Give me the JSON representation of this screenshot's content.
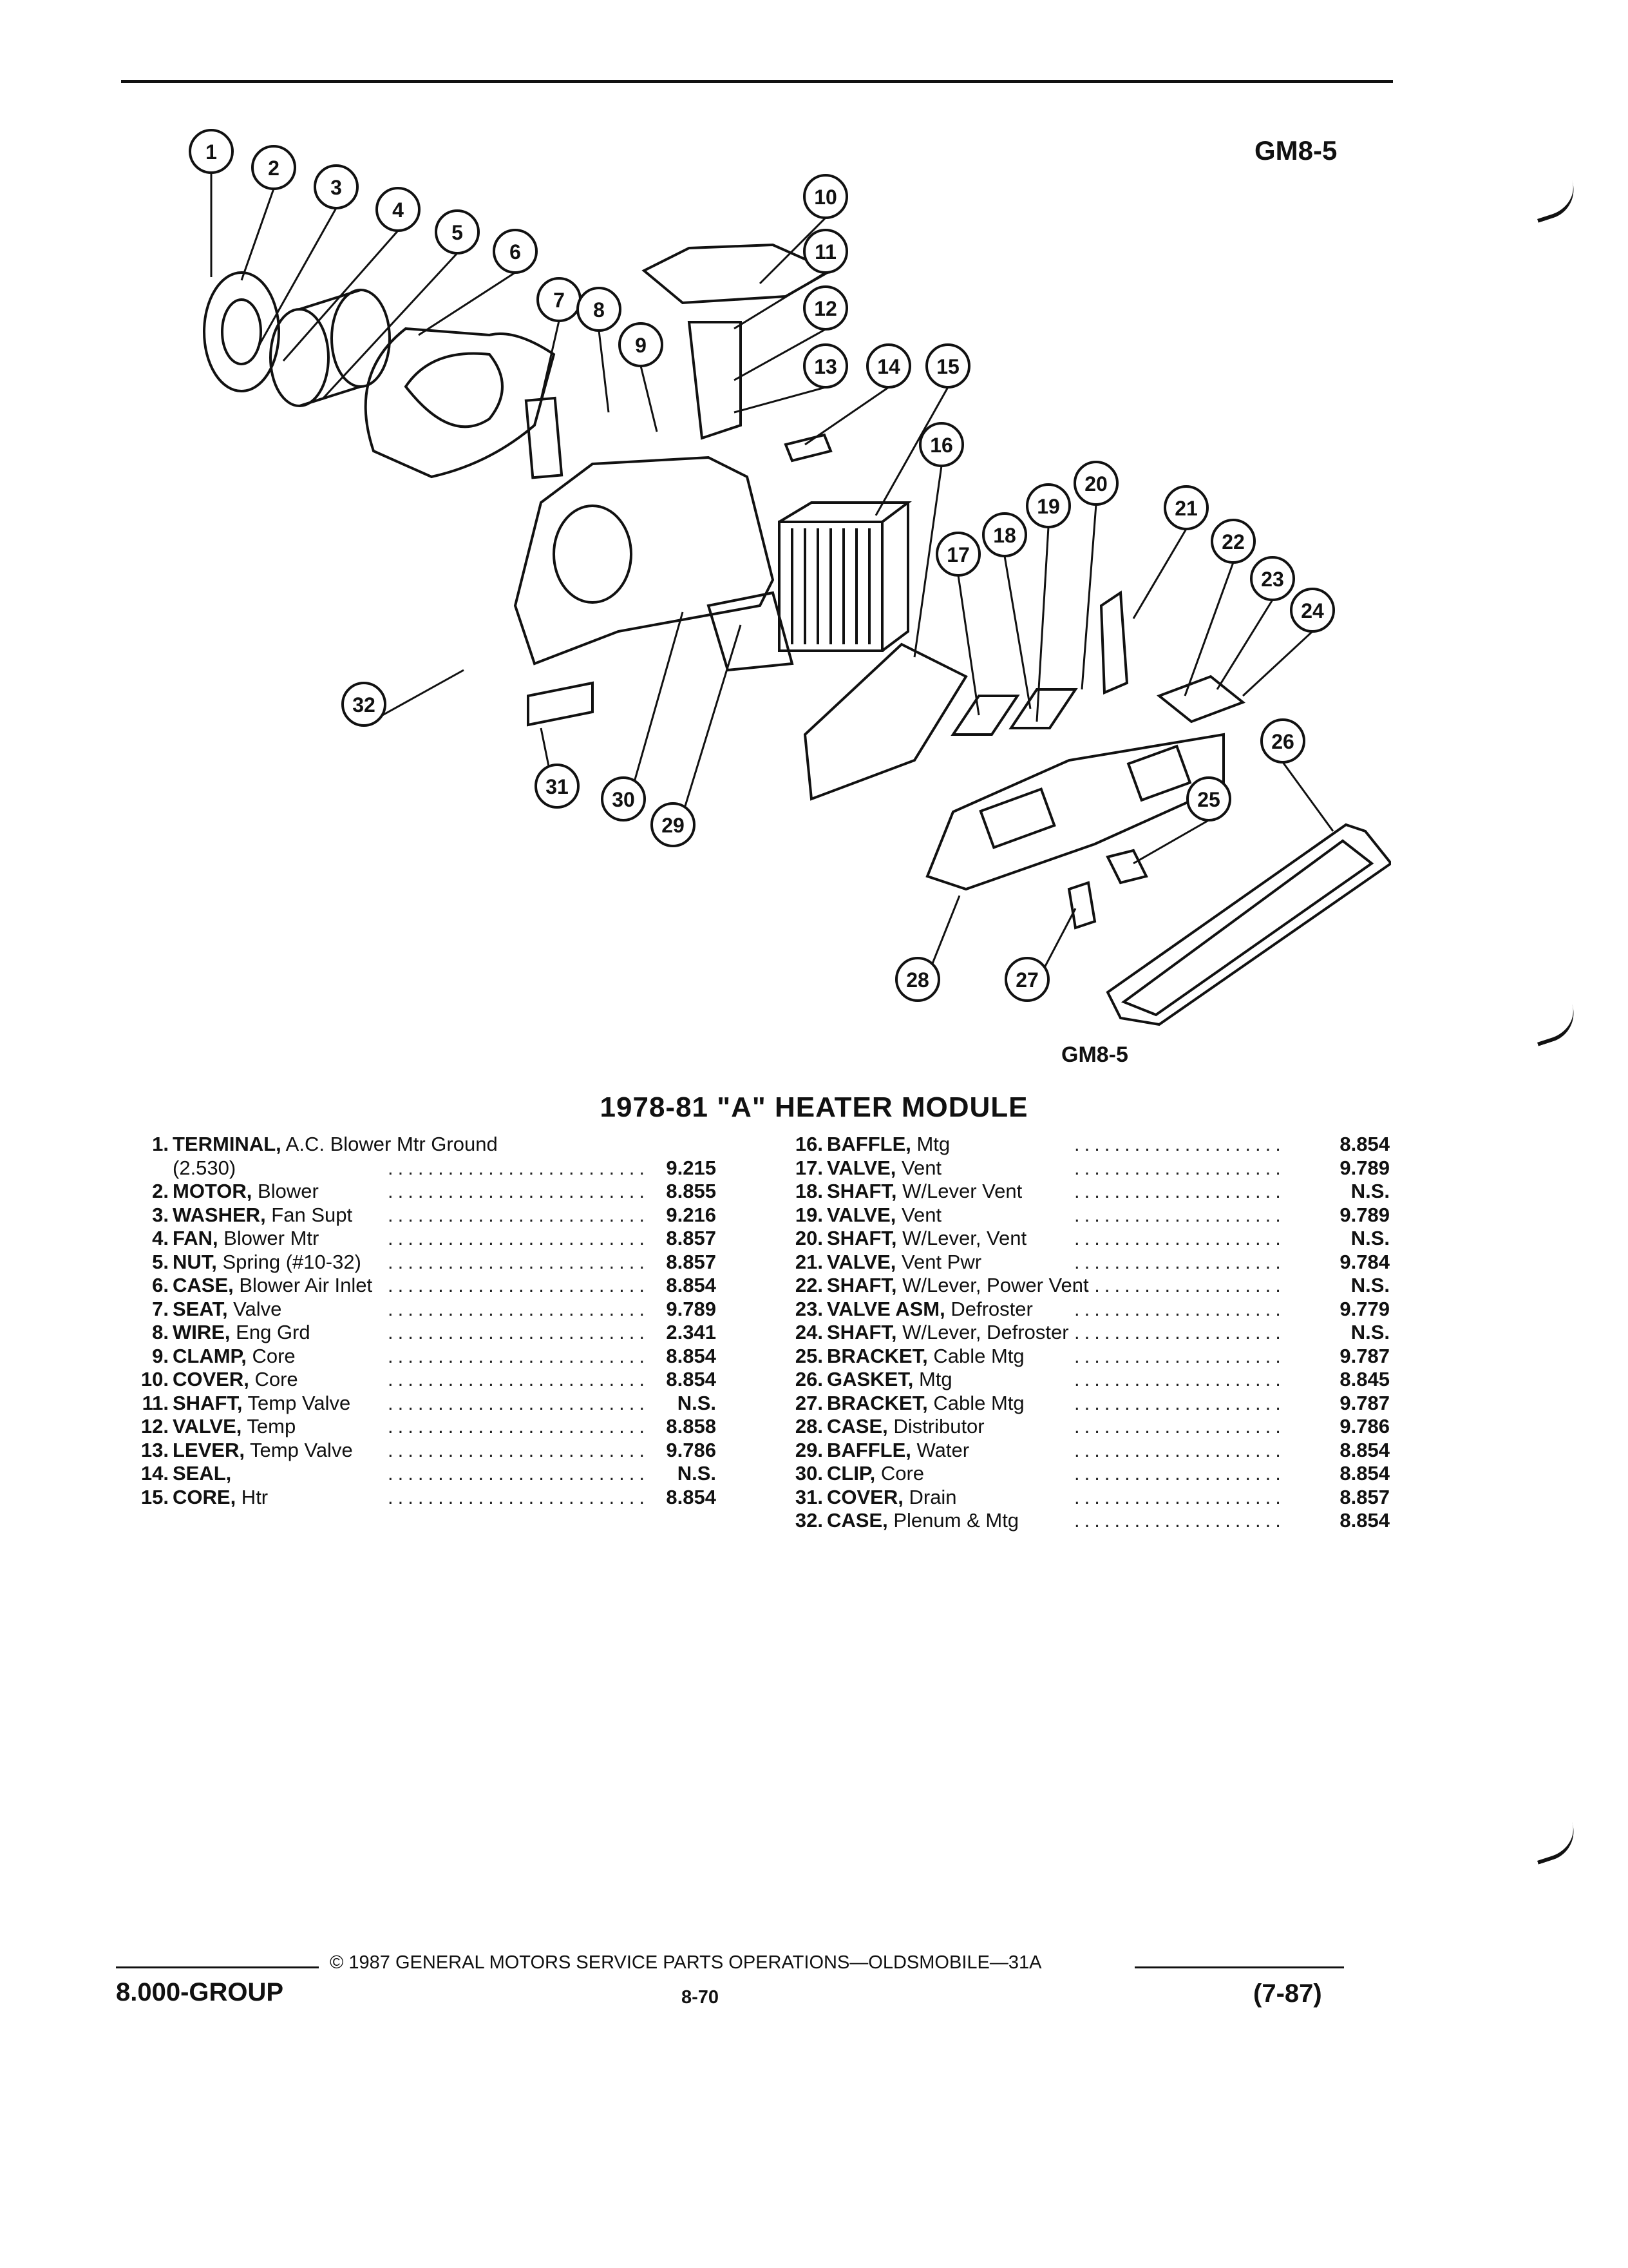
{
  "header": {
    "figure_code": "GM8-5"
  },
  "diagram": {
    "figure_code": "GM8-5",
    "callouts": [
      "1",
      "2",
      "3",
      "4",
      "5",
      "6",
      "7",
      "8",
      "9",
      "10",
      "11",
      "12",
      "13",
      "14",
      "15",
      "16",
      "17",
      "18",
      "19",
      "20",
      "21",
      "22",
      "23",
      "24",
      "25",
      "26",
      "27",
      "28",
      "29",
      "30",
      "31",
      "32"
    ]
  },
  "title": "1978-81 \"A\" HEATER MODULE",
  "parts_left": [
    {
      "num": "1.",
      "name": "TERMINAL,",
      "detail": " A.C. Blower Mtr Ground",
      "cont": "(2.530)",
      "code": "9.215"
    },
    {
      "num": "2.",
      "name": "MOTOR,",
      "detail": " Blower",
      "code": "8.855"
    },
    {
      "num": "3.",
      "name": "WASHER,",
      "detail": " Fan Supt",
      "code": "9.216"
    },
    {
      "num": "4.",
      "name": "FAN,",
      "detail": " Blower Mtr",
      "code": "8.857"
    },
    {
      "num": "5.",
      "name": "NUT,",
      "detail": " Spring (#10-32)",
      "code": "8.857"
    },
    {
      "num": "6.",
      "name": "CASE,",
      "detail": " Blower Air Inlet",
      "code": "8.854"
    },
    {
      "num": "7.",
      "name": "SEAT,",
      "detail": " Valve",
      "code": "9.789"
    },
    {
      "num": "8.",
      "name": "WIRE,",
      "detail": " Eng Grd",
      "code": "2.341"
    },
    {
      "num": "9.",
      "name": "CLAMP,",
      "detail": " Core",
      "code": "8.854"
    },
    {
      "num": "10.",
      "name": "COVER,",
      "detail": " Core",
      "code": "8.854"
    },
    {
      "num": "11.",
      "name": "SHAFT,",
      "detail": " Temp Valve",
      "code": "N.S."
    },
    {
      "num": "12.",
      "name": "VALVE,",
      "detail": " Temp",
      "code": "8.858"
    },
    {
      "num": "13.",
      "name": "LEVER,",
      "detail": " Temp Valve",
      "code": "9.786"
    },
    {
      "num": "14.",
      "name": "SEAL,",
      "detail": "",
      "code": "N.S."
    },
    {
      "num": "15.",
      "name": "CORE,",
      "detail": " Htr",
      "code": "8.854"
    }
  ],
  "parts_right": [
    {
      "num": "16.",
      "name": "BAFFLE,",
      "detail": " Mtg",
      "code": "8.854"
    },
    {
      "num": "17.",
      "name": "VALVE,",
      "detail": " Vent",
      "code": "9.789"
    },
    {
      "num": "18.",
      "name": "SHAFT,",
      "detail": " W/Lever Vent",
      "code": "N.S."
    },
    {
      "num": "19.",
      "name": "VALVE,",
      "detail": " Vent",
      "code": "9.789"
    },
    {
      "num": "20.",
      "name": "SHAFT,",
      "detail": " W/Lever, Vent",
      "code": "N.S."
    },
    {
      "num": "21.",
      "name": "VALVE,",
      "detail": " Vent Pwr",
      "code": "9.784"
    },
    {
      "num": "22.",
      "name": "SHAFT,",
      "detail": " W/Lever, Power Vent",
      "code": "N.S."
    },
    {
      "num": "23.",
      "name": "VALVE ASM,",
      "detail": " Defroster",
      "code": "9.779"
    },
    {
      "num": "24.",
      "name": "SHAFT,",
      "detail": " W/Lever, Defroster",
      "code": "N.S."
    },
    {
      "num": "25.",
      "name": "BRACKET,",
      "detail": " Cable Mtg",
      "code": "9.787"
    },
    {
      "num": "26.",
      "name": "GASKET,",
      "detail": " Mtg",
      "code": "8.845"
    },
    {
      "num": "27.",
      "name": "BRACKET,",
      "detail": " Cable Mtg",
      "code": "9.787"
    },
    {
      "num": "28.",
      "name": "CASE,",
      "detail": " Distributor",
      "code": "9.786"
    },
    {
      "num": "29.",
      "name": "BAFFLE,",
      "detail": " Water",
      "code": "8.854"
    },
    {
      "num": "30.",
      "name": "CLIP,",
      "detail": " Core",
      "code": "8.854"
    },
    {
      "num": "31.",
      "name": "COVER,",
      "detail": " Drain",
      "code": "8.857"
    },
    {
      "num": "32.",
      "name": "CASE,",
      "detail": " Plenum & Mtg",
      "code": "8.854"
    }
  ],
  "footer": {
    "copyright": "© 1987 GENERAL MOTORS SERVICE PARTS OPERATIONS—OLDSMOBILE—31A",
    "group": "8.000-GROUP",
    "page": "8-70",
    "date": "(7-87)"
  }
}
